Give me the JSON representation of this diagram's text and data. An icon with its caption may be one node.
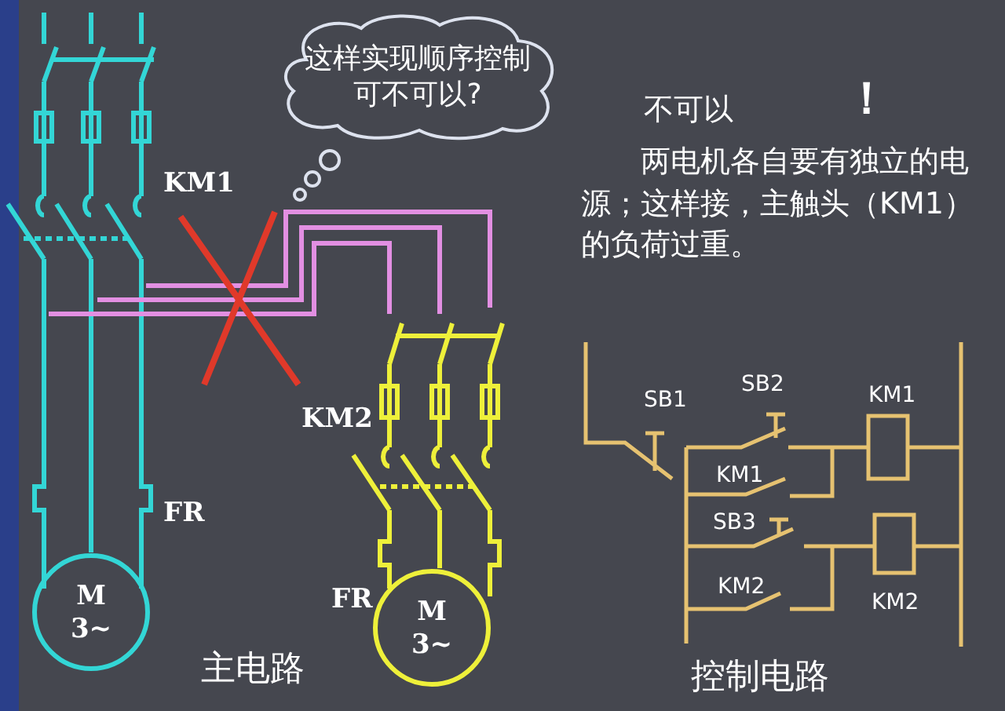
{
  "diagram": {
    "nodes": [
      {
        "text": [
          "这样实现顺序控制可不可以?"
        ]
      },
      {
        "text": [
          "M 3~"
        ]
      },
      {
        "text": [
          "M 3~"
        ]
      }
    ],
    "labels": [
      "KM1",
      "不可以",
      "！",
      "两电机各自要有独立的电源；这样接，主触头（KM1）的负荷过重。",
      "SB1",
      "SB2",
      "KM1",
      "KM2",
      "KM1",
      "SB3",
      "FR",
      "KM2",
      "KM2",
      "FR",
      "主电路",
      "控制电路"
    ]
  }
}
